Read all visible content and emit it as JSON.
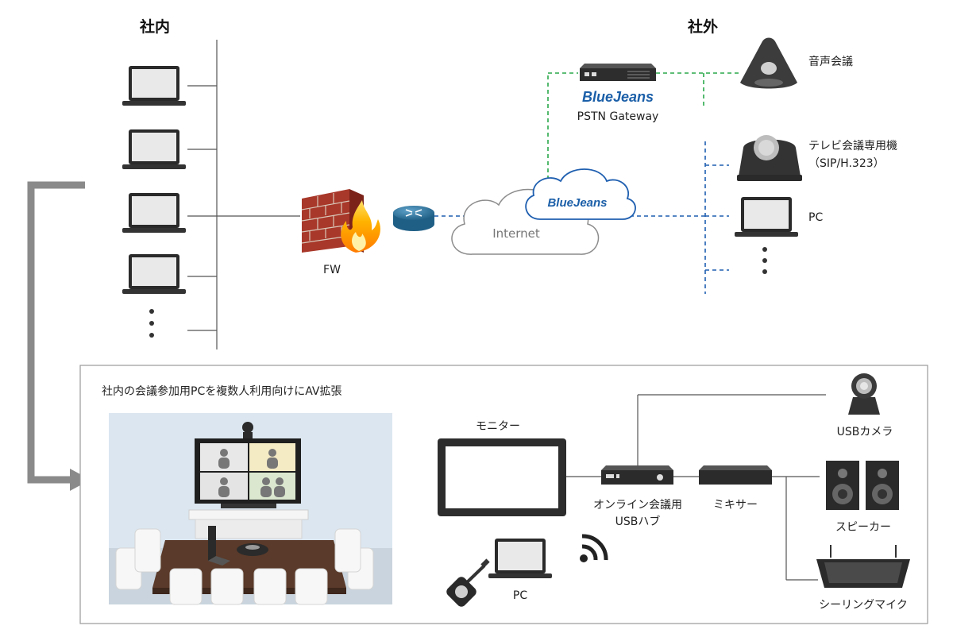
{
  "headers": {
    "internal": "社内",
    "external": "社外"
  },
  "top": {
    "firewall_label": "FW",
    "internet_label": "Internet",
    "cloud_brand": "BlueJeans",
    "gateway_brand": "BlueJeans",
    "gateway_label": "PSTN Gateway",
    "endpoints": [
      {
        "label": "音声会議"
      },
      {
        "label_line1": "テレビ会議専用機",
        "label_line2": "（SIP/H.323）"
      },
      {
        "label": "PC"
      }
    ]
  },
  "bottom": {
    "title": "社内の会議参加用PCを複数人利用向けにAV拡張",
    "monitor_label": "モニター",
    "pc_label": "PC",
    "hub_label_line1": "オンライン会議用",
    "hub_label_line2": "USBハブ",
    "mixer_label": "ミキサー",
    "camera_label": "USBカメラ",
    "speaker_label": "スピーカー",
    "mic_label": "シーリングマイク"
  },
  "colors": {
    "line_gray": "#555555",
    "green_dashed": "#2aa84a",
    "blue_dashed": "#1f5fb0",
    "brand_blue": "#1b5fa8",
    "arrow_gray": "#8a8a8a",
    "panel_border": "#999999"
  }
}
